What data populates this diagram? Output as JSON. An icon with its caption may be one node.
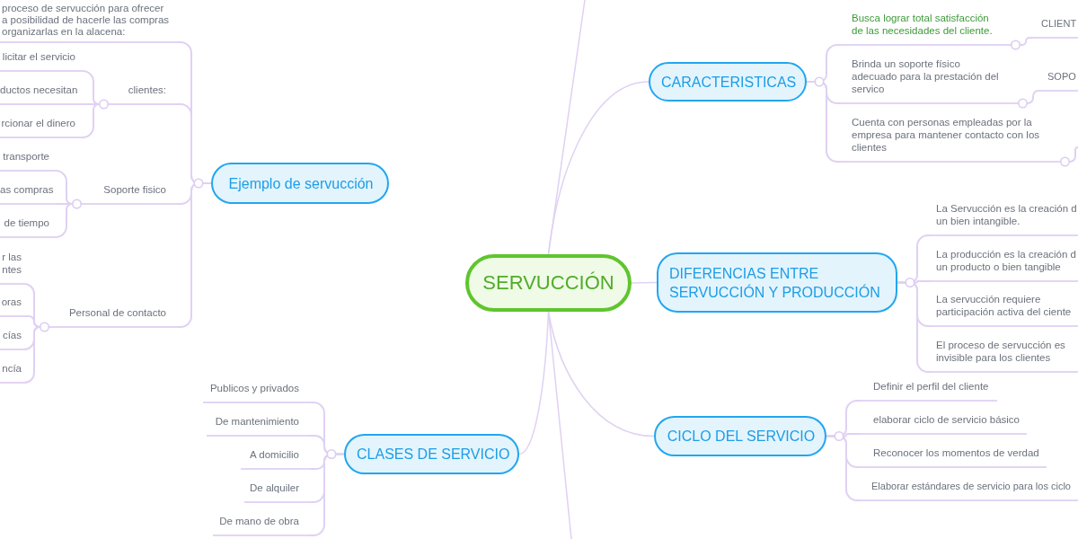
{
  "diagram": {
    "nodes": [
      {
        "text": [
          "SERVUCCIÓN"
        ]
      },
      {
        "text": [
          "Ejemplo de servucción"
        ]
      },
      {
        "text": [
          "proceso de servucción para ofrecer a posibilidad de hacerle las compras organizarlas en la alacena:"
        ]
      },
      {
        "text": [
          "clientes:"
        ]
      },
      {
        "text": [
          "licitar el servicio"
        ]
      },
      {
        "text": [
          "ductos necesitan"
        ]
      },
      {
        "text": [
          "rcionar el dinero"
        ]
      },
      {
        "text": [
          "Soporte fisico"
        ]
      },
      {
        "text": [
          "transporte"
        ]
      },
      {
        "text": [
          "as compras"
        ]
      },
      {
        "text": [
          "de tiempo"
        ]
      },
      {
        "text": [
          "Personal de contacto"
        ]
      },
      {
        "text": [
          "r las ntes"
        ]
      },
      {
        "text": [
          "oras"
        ]
      },
      {
        "text": [
          "cías"
        ]
      },
      {
        "text": [
          "ncía"
        ]
      },
      {
        "text": [
          "CLASES DE SERVICIO"
        ]
      },
      {
        "text": [
          "Publicos y privados"
        ]
      },
      {
        "text": [
          "De mantenimiento"
        ]
      },
      {
        "text": [
          "A domicilio"
        ]
      },
      {
        "text": [
          "De alquiler"
        ]
      },
      {
        "text": [
          "De mano de obra"
        ]
      },
      {
        "text": [
          "CARACTERISTICAS"
        ]
      },
      {
        "text": [
          "Busca lograr total satisfacción de las necesidades del cliente."
        ]
      },
      {
        "text": [
          "CLIENT"
        ]
      },
      {
        "text": [
          "Brinda un soporte físico adecuado para la prestación del servico"
        ]
      },
      {
        "text": [
          "SOPO"
        ]
      },
      {
        "text": [
          "Cuenta con personas empleadas por la empresa para mantener contacto con los clientes"
        ]
      },
      {
        "text": [
          "DIFERENCIAS ENTRE SERVUCCIÓN Y PRODUCCIÓN"
        ]
      },
      {
        "text": [
          "La Servucción es la creación d un bien intangible."
        ]
      },
      {
        "text": [
          "La producción es la creación d un producto o bien tangible"
        ]
      },
      {
        "text": [
          "La servucción requiere participación activa del ciente"
        ]
      },
      {
        "text": [
          "El proceso de servucción es invisible para los clientes"
        ]
      },
      {
        "text": [
          "CICLO DEL SERVICIO"
        ]
      },
      {
        "text": [
          "Definir el perfil del cliente"
        ]
      },
      {
        "text": [
          "elaborar ciclo de servicio básico"
        ]
      },
      {
        "text": [
          "Reconocer los momentos de verdad"
        ]
      },
      {
        "text": [
          "Elaborar estándares de servicio para los ciclo"
        ]
      }
    ],
    "edges": [
      {
        "from": 0,
        "to": 22,
        "arrow": "none"
      },
      {
        "from": 0,
        "to": 28,
        "arrow": "none"
      },
      {
        "from": 0,
        "to": 33,
        "arrow": "none"
      },
      {
        "from": 0,
        "to": 16,
        "arrow": "none"
      },
      {
        "from": 0,
        "to": null,
        "arrow": "none"
      },
      {
        "from": 0,
        "to": null,
        "arrow": "none"
      },
      {
        "from": 1,
        "to": 2,
        "arrow": "none"
      },
      {
        "from": 1,
        "to": 3,
        "arrow": "none"
      },
      {
        "from": 1,
        "to": 7,
        "arrow": "none"
      },
      {
        "from": 1,
        "to": 11,
        "arrow": "none"
      },
      {
        "from": 3,
        "to": 4,
        "arrow": "none"
      },
      {
        "from": 3,
        "to": 5,
        "arrow": "none"
      },
      {
        "from": 3,
        "to": 6,
        "arrow": "none"
      },
      {
        "from": 7,
        "to": 8,
        "arrow": "none"
      },
      {
        "from": 7,
        "to": 9,
        "arrow": "none"
      },
      {
        "from": 7,
        "to": 10,
        "arrow": "none"
      },
      {
        "from": 11,
        "to": 12,
        "arrow": "none"
      },
      {
        "from": 11,
        "to": 13,
        "arrow": "none"
      },
      {
        "from": 11,
        "to": 14,
        "arrow": "none"
      },
      {
        "from": 11,
        "to": 15,
        "arrow": "none"
      },
      {
        "from": 16,
        "to": 17,
        "arrow": "none"
      },
      {
        "from": 16,
        "to": 18,
        "arrow": "none"
      },
      {
        "from": 16,
        "to": 19,
        "arrow": "none"
      },
      {
        "from": 16,
        "to": 20,
        "arrow": "none"
      },
      {
        "from": 16,
        "to": 21,
        "arrow": "none"
      },
      {
        "from": 22,
        "to": 23,
        "arrow": "none"
      },
      {
        "from": 22,
        "to": 25,
        "arrow": "none"
      },
      {
        "from": 22,
        "to": 27,
        "arrow": "none"
      },
      {
        "from": 23,
        "to": 24,
        "arrow": "none"
      },
      {
        "from": 25,
        "to": 26,
        "arrow": "none"
      },
      {
        "from": 27,
        "to": null,
        "arrow": "none"
      },
      {
        "from": 28,
        "to": 29,
        "arrow": "none"
      },
      {
        "from": 28,
        "to": 30,
        "arrow": "none"
      },
      {
        "from": 28,
        "to": 31,
        "arrow": "none"
      },
      {
        "from": 28,
        "to": 32,
        "arrow": "none"
      },
      {
        "from": 33,
        "to": 34,
        "arrow": "none"
      },
      {
        "from": 33,
        "to": 35,
        "arrow": "none"
      },
      {
        "from": 33,
        "to": 36,
        "arrow": "none"
      },
      {
        "from": 33,
        "to": 37,
        "arrow": "none"
      }
    ]
  }
}
